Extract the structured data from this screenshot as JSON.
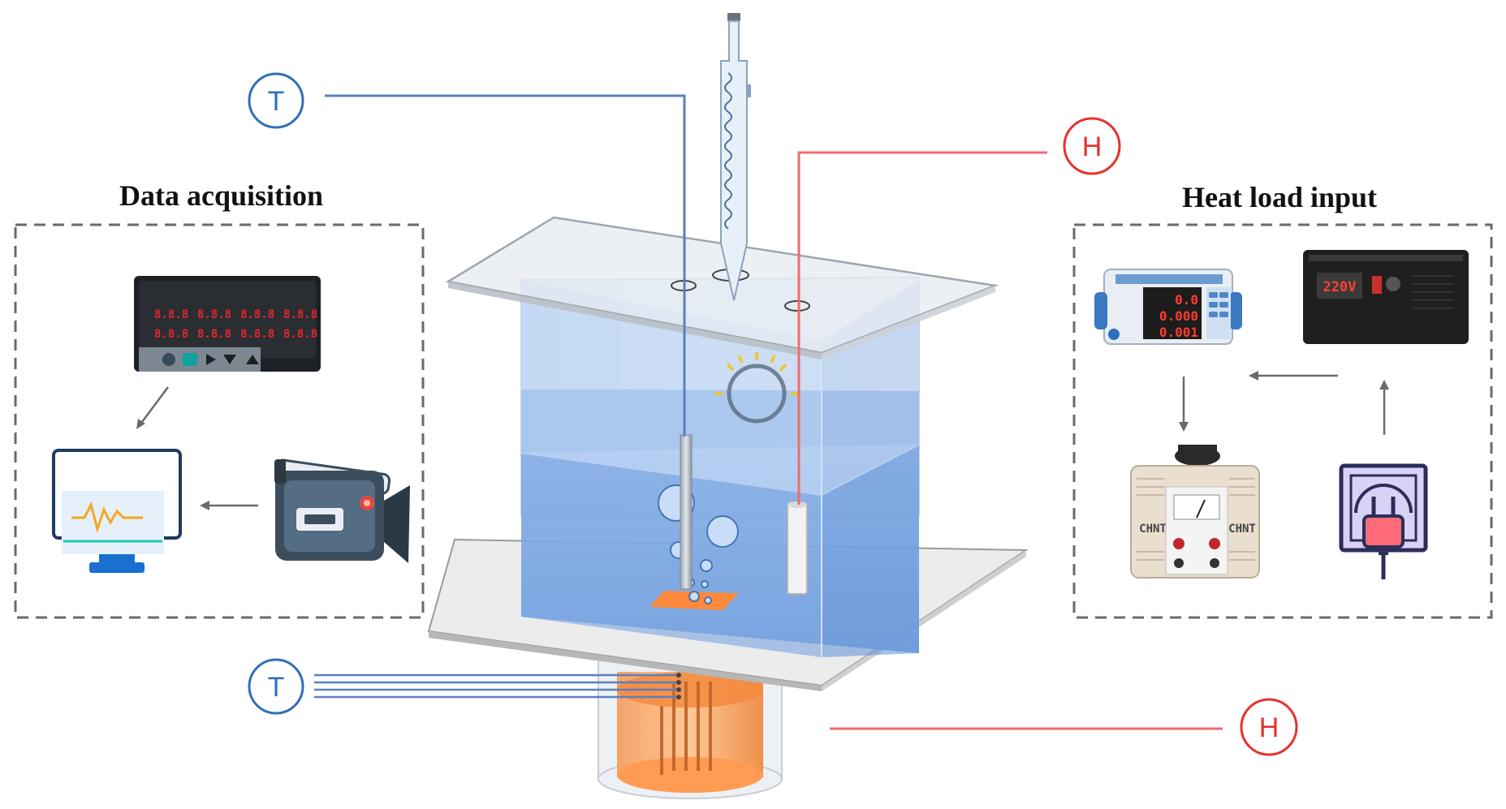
{
  "titles": {
    "left": "Data acquisition",
    "right": "Heat load input"
  },
  "labels": {
    "thermocouple_top": "T",
    "heater_top": "H",
    "thermocouple_bottom": "T",
    "heater_bottom": "H"
  },
  "devices": {
    "power_meter_readings": [
      "0.0",
      "0.000",
      "0.001"
    ],
    "voltage_regulator_reading": "220V",
    "variac_brand": "CHNT"
  },
  "colors": {
    "thermocouple_line": "#5b7fbd",
    "thermocouple_circle": "#2f6fb8",
    "heater_line": "#f06b6b",
    "heater_circle": "#e5322d",
    "water": "#8fb8ea",
    "copper_heater": "#ff8a3d",
    "dashed_box": "#6a6a6a"
  }
}
